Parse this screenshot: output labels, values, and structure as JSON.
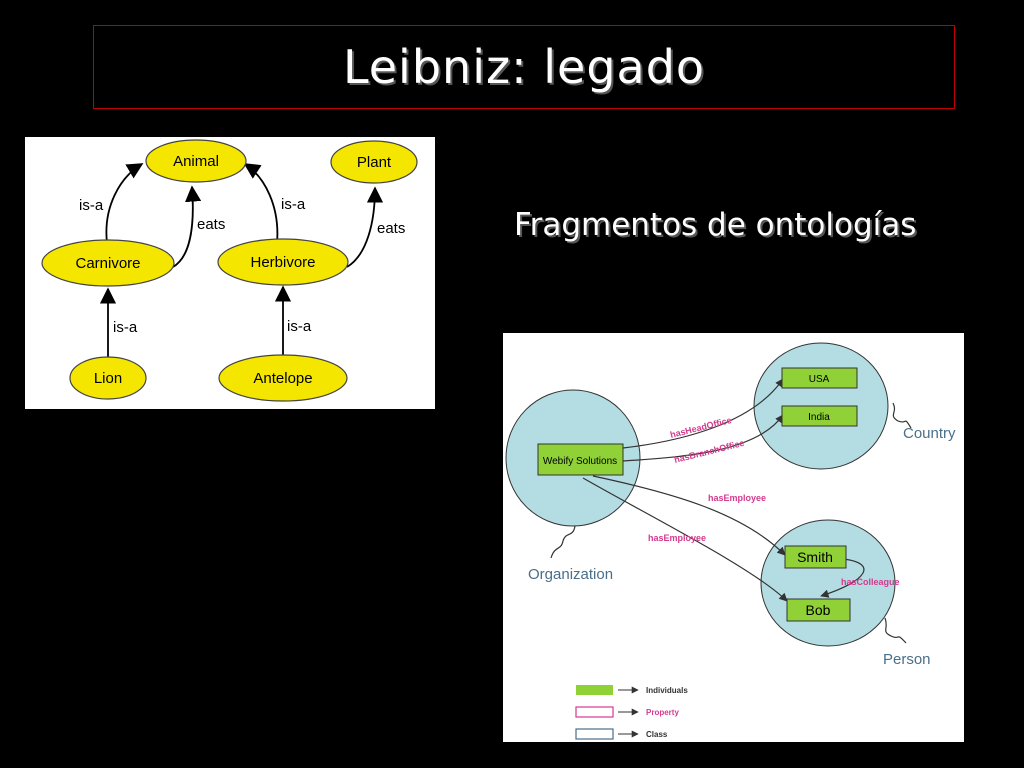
{
  "slide": {
    "title": "Leibniz: legado",
    "subtitle": "Fragmentos de ontologías"
  },
  "ontology1": {
    "nodes": {
      "animal": "Animal",
      "plant": "Plant",
      "carnivore": "Carnivore",
      "herbivore": "Herbivore",
      "lion": "Lion",
      "antelope": "Antelope"
    },
    "edges": {
      "carnivore_isa": "is-a",
      "carnivore_eats": "eats",
      "herbivore_isa": "is-a",
      "herbivore_eats": "eats",
      "lion_isa": "is-a",
      "antelope_isa": "is-a"
    },
    "colors": {
      "node_fill": "#f5e600",
      "node_stroke": "#444444"
    }
  },
  "ontology2": {
    "individuals": {
      "webify": "Webify Solutions",
      "usa": "USA",
      "india": "India",
      "smith": "Smith",
      "bob": "Bob"
    },
    "classes": {
      "organization": "Organization",
      "country": "Country",
      "person": "Person"
    },
    "properties": {
      "head_office": "hasHeadOffice",
      "branch_office": "hasBranchOffice",
      "employee_smith": "hasEmployee",
      "employee_bob": "hasEmployee",
      "colleague": "hasColleague"
    },
    "legend": {
      "individuals": "Individuals",
      "property": "Property",
      "class": "Class"
    },
    "colors": {
      "class_fill": "#b4dde3",
      "individual_fill": "#8fd136",
      "property_text": "#d43a8e",
      "class_text": "#4a6f8a"
    }
  }
}
